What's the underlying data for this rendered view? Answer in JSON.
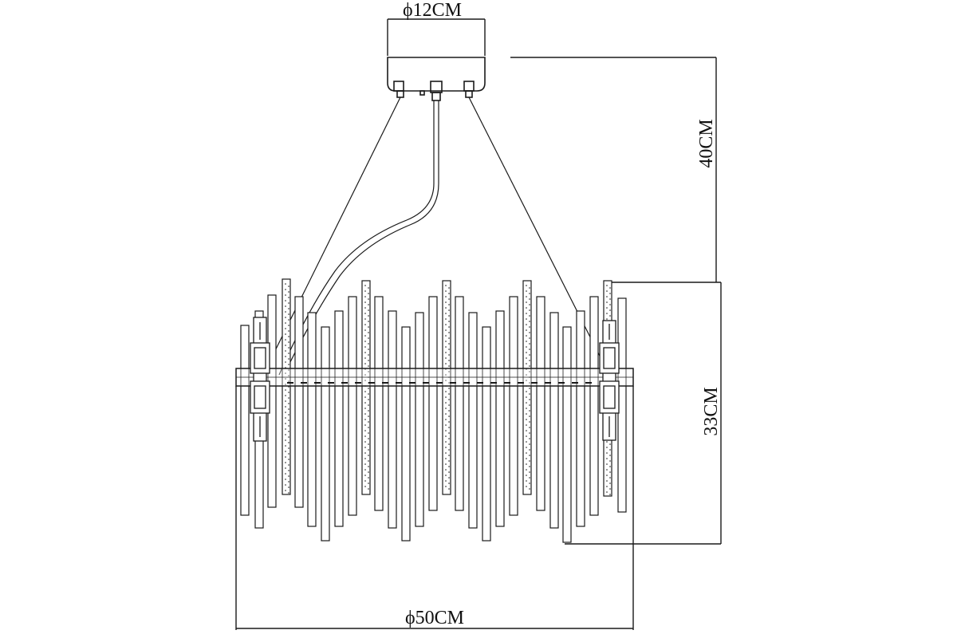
{
  "dimensions": {
    "canopy_diameter": "ϕ12CM",
    "suspension_height": "40CM",
    "body_height": "33CM",
    "body_diameter": "ϕ50CM"
  },
  "colors": {
    "line": "#1a1a1a",
    "background": "#ffffff"
  }
}
